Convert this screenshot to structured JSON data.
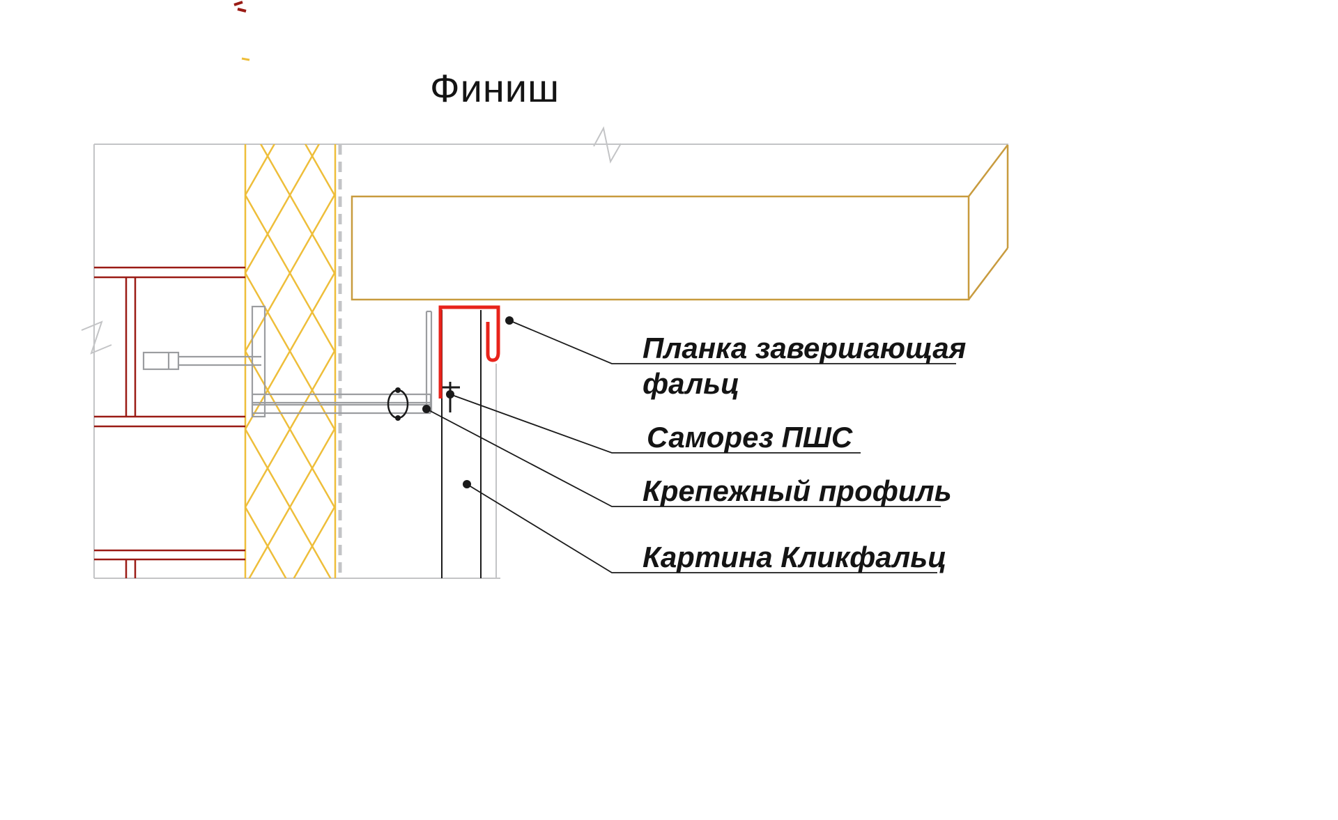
{
  "title": "Финиш",
  "labels": {
    "flashing_line1": "Планка завершающая",
    "flashing_line2": "фальц",
    "screw": "Саморез ПШС",
    "profile": "Крепежный профиль",
    "panel": "Картина Кликфальц"
  },
  "colors": {
    "red": "#e8231b",
    "wall_red": "#9a1b15",
    "insulation": "#eebe3a",
    "beam": "#c89b3e",
    "gray": "#9b9da0",
    "light_gray": "#c3c4c6",
    "black": "#1a1a1a"
  }
}
